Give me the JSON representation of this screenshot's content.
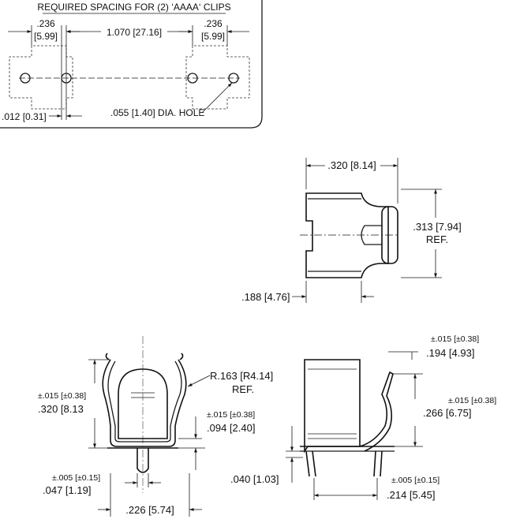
{
  "spacing_panel": {
    "title": "REQUIRED SPACING FOR (2) ‘AAAA‘ CLIPS",
    "left_width_in": ".236",
    "left_width_mm": "[5.99]",
    "center_span": "1.070 [27.16]",
    "right_width_in": ".236",
    "right_width_mm": "[5.99]",
    "offset": ".012 [0.31]",
    "hole_note": ".055 [1.40] DIA. HOLE"
  },
  "top_view": {
    "width": ".320 [8.14]",
    "height_value": ".313 [7.94]",
    "height_ref": "REF.",
    "bottom_width": ".188 [4.76]"
  },
  "front_view": {
    "height_tol": "±.015 [±0.38]",
    "height_value": ".320 [8.13",
    "radius_value": "R.163 [R4.14]",
    "radius_ref": "REF.",
    "base_tol": "±.015 [±0.38]",
    "base_value": ".094 [2.40]",
    "pin_tol": "±.005 [±0.15]",
    "pin_value": ".047 [1.19]",
    "bottom_width": ".226 [5.74]"
  },
  "side_view": {
    "top_tol": "±.015 [±0.38]",
    "top_value": ".194 [4.93]",
    "right_tol": "±.015 [±0.38]",
    "height_value": ".266 [6.75]",
    "leg_value": ".040 [1.03]",
    "bottom_tol": "±.005 [±0.15]",
    "bottom_width": ".214 [5.45]"
  }
}
